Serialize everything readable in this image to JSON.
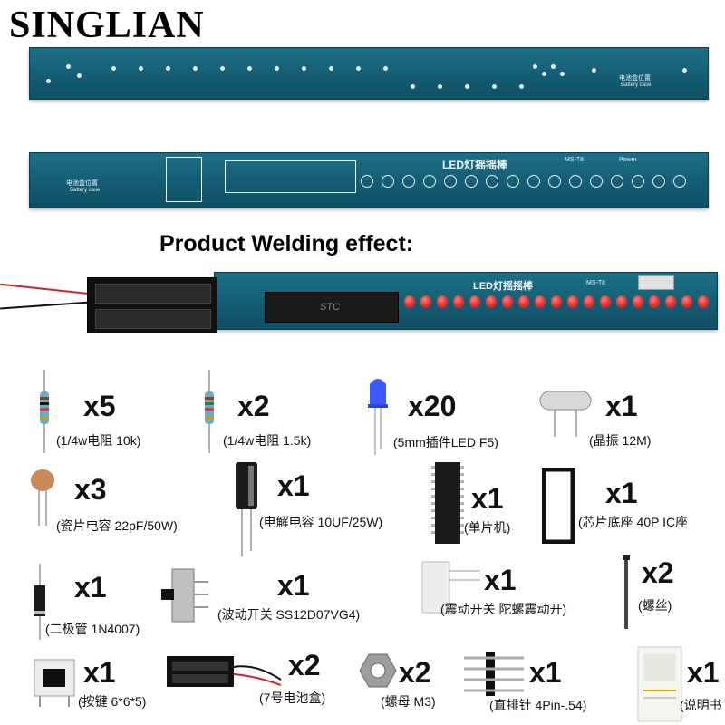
{
  "brand": "SINGLIAN",
  "board_front_silk": {
    "title": "LED灯摇摇棒",
    "model": "MS-T8",
    "battery_pos_cn": "电池盒位置",
    "battery_pos_en": "Battery case",
    "power": "Power"
  },
  "board_back_silk": {
    "battery_pos_cn": "电池盒位置",
    "battery_pos_en": "Battery case"
  },
  "caption": "Product Welding effect:",
  "assembled_silk": {
    "title": "LED灯摇摇棒",
    "model": "MS-T8",
    "chip_text": "STC"
  },
  "parts": [
    {
      "qty": "x5",
      "label": "(1/4w电阻 10k)"
    },
    {
      "qty": "x2",
      "label": "(1/4w电阻 1.5k)"
    },
    {
      "qty": "x20",
      "label": "(5mm插件LED F5)"
    },
    {
      "qty": "x1",
      "label": "(晶振 12M)"
    },
    {
      "qty": "x3",
      "label": "(瓷片电容 22pF/50W)"
    },
    {
      "qty": "x1",
      "label": "(电解电容 10UF/25W)"
    },
    {
      "qty": "x1",
      "label": "(单片机)"
    },
    {
      "qty": "x1",
      "label": "(芯片底座 40P IC座"
    },
    {
      "qty": "x1",
      "label": "(二极管 1N4007)"
    },
    {
      "qty": "x1",
      "label": "(波动开关 SS12D07VG4)"
    },
    {
      "qty": "x1",
      "label": "(震动开关 陀螺震动开)"
    },
    {
      "qty": "x2",
      "label": "(螺丝)"
    },
    {
      "qty": "x1",
      "label": "(按键 6*6*5)"
    },
    {
      "qty": "x2",
      "label": "(7号电池盒)"
    },
    {
      "qty": "x2",
      "label": "(螺母 M3)"
    },
    {
      "qty": "x1",
      "label": "(直排针 4Pin-.54)"
    },
    {
      "qty": "x1",
      "label": "(说明书"
    }
  ]
}
